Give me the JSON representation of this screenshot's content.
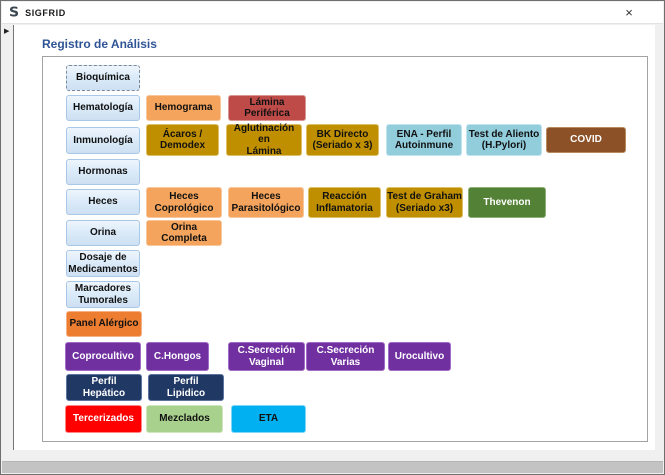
{
  "window": {
    "logo": "S",
    "title": "SIGFRID",
    "close_glyph": "×",
    "collapse_arrow": "▶"
  },
  "panel": {
    "heading": "Registro de Análisis"
  },
  "buttons": {
    "bioquimica": {
      "label": "Bioquímica"
    },
    "hematologia": {
      "label": "Hematología"
    },
    "hemograma": {
      "label": "Hemograma"
    },
    "lamina_periferica": {
      "label": "Lámina Periférica"
    },
    "inmunologia": {
      "label": "Inmunología"
    },
    "acaros_demodex": {
      "label": "Ácaros /\nDemodex"
    },
    "aglutinacion_lamina": {
      "label": "Aglutinación en\nLámina"
    },
    "bk_directo": {
      "label": "BK Directo\n(Seriado x 3)"
    },
    "ena_autoinmune": {
      "label": "ENA - Perfil\nAutoinmune"
    },
    "test_aliento": {
      "label": "Test de Aliento\n(H.Pylori)"
    },
    "covid": {
      "label": "COVID"
    },
    "hormonas": {
      "label": "Hormonas"
    },
    "heces": {
      "label": "Heces"
    },
    "heces_coprologico": {
      "label": "Heces\nCoprológico"
    },
    "heces_parasitologico": {
      "label": "Heces\nParasitológico"
    },
    "reaccion_inflamatoria": {
      "label": "Reacción\nInflamatoria"
    },
    "test_graham": {
      "label": "Test de Graham\n(Seriado x3)"
    },
    "thevenon": {
      "label": "Thevenon"
    },
    "orina": {
      "label": "Orina"
    },
    "orina_completa": {
      "label": "Orina Completa"
    },
    "dosaje_medicamentos": {
      "label": "Dosaje de\nMedicamentos"
    },
    "marcadores_tumorales": {
      "label": "Marcadores\nTumorales"
    },
    "panel_alergico": {
      "label": "Panel Alérgico"
    },
    "coprocultivo": {
      "label": "Coprocultivo"
    },
    "c_hongos": {
      "label": "C.Hongos"
    },
    "c_secrecion_vaginal": {
      "label": "C.Secreción\nVaginal"
    },
    "c_secrecion_varias": {
      "label": "C.Secreción\nVarias"
    },
    "urocultivo": {
      "label": "Urocultivo"
    },
    "perfil_hepatico": {
      "label": "Perfil\nHepático"
    },
    "perfil_lipidico": {
      "label": "Perfil\nLipidico"
    },
    "tercerizados": {
      "label": "Tercerizados"
    },
    "mezclados": {
      "label": "Mezclados"
    },
    "eta": {
      "label": "ETA"
    }
  },
  "colors": {
    "heading_text": "#2F5496",
    "light_blue_button": "#DCEBF9",
    "orange_button": "#F4A45C",
    "brick_red_button": "#BE4B48",
    "gold_button": "#BF8F00",
    "sky_blue_button": "#92CDDC",
    "brown_button": "#8C5127",
    "green_button": "#538135",
    "dark_orange_button": "#ED7D31",
    "purple_button": "#7030A0",
    "navy_button": "#203864",
    "red_button": "#FE0000",
    "light_green_button": "#A9D18E",
    "cyan_button": "#00B0F0"
  }
}
